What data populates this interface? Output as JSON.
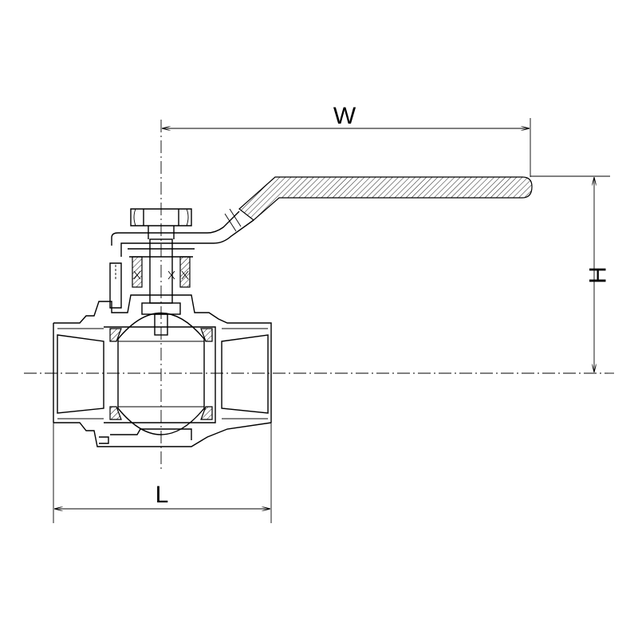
{
  "dimensions": {
    "width_label": "W",
    "height_label": "H",
    "length_label": "L"
  },
  "colors": {
    "line": "#000000",
    "background": "#ffffff"
  }
}
